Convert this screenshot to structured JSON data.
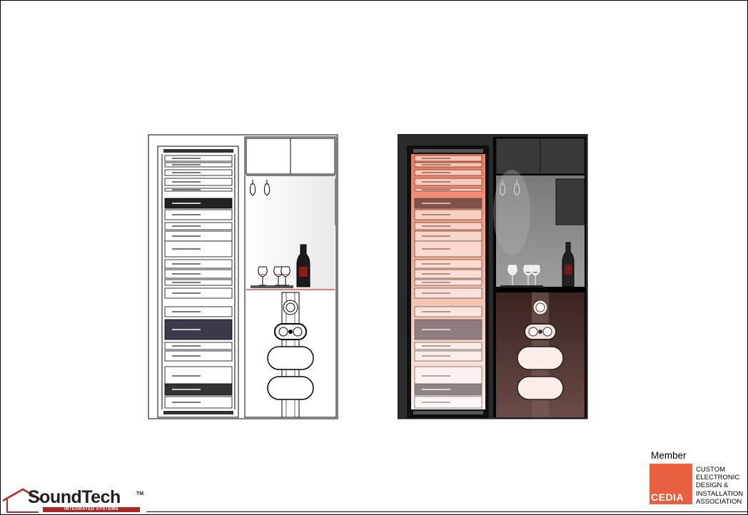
{
  "cedia": {
    "member_label": "Member",
    "logo_text": "CEDIA",
    "description_lines": [
      "CUSTOM",
      "ELECTRONIC",
      "DESIGN &",
      "INSTALLATION",
      "ASSOCIATION"
    ],
    "accent_color": "#e8603f"
  },
  "soundtech": {
    "brand_name": "SoundTech",
    "trademark": "TM",
    "tagline": "INTEGRATED SYSTEMS",
    "accent_color": "#b02a2a"
  },
  "icons": [
    "house-outline-icon",
    "wine-bottle-icon",
    "wine-glass-icon",
    "speaker-icon",
    "equipment-rack-icon"
  ]
}
